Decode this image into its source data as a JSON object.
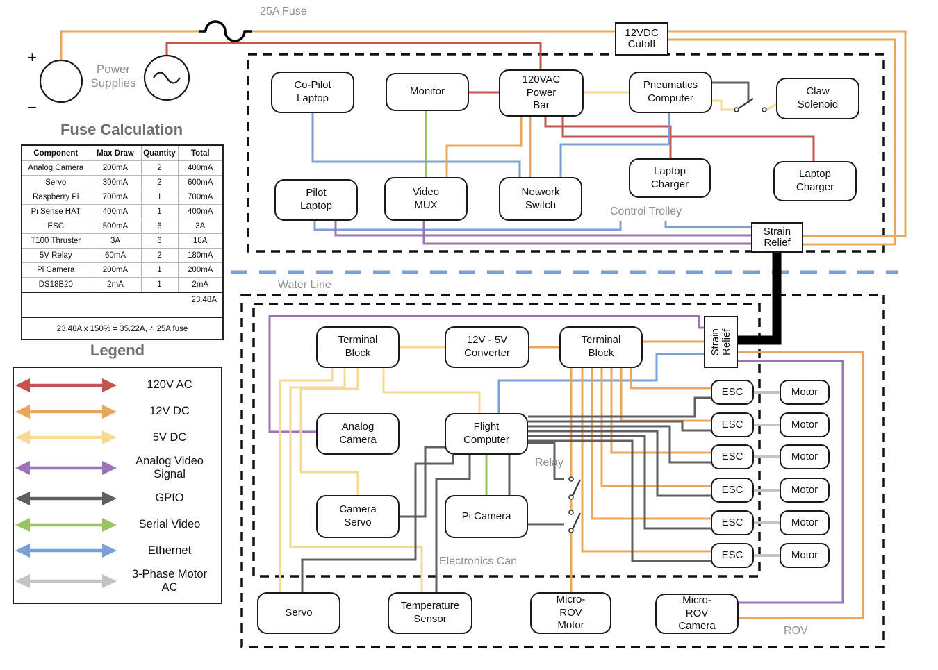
{
  "colors": {
    "red": "#C5534E",
    "orange": "#E9A75C",
    "yellow": "#F6D993",
    "purple": "#9B74B6",
    "gray": "#5F5F5F",
    "green": "#97C661",
    "blue": "#7C9FD8",
    "motor_ac": "#C3C3C3",
    "tether": "#000000",
    "water": "#7D9FD4",
    "outline": "#1a1a1a"
  },
  "annotations": {
    "fuse": "25A Fuse",
    "power_supplies": "Power Supplies",
    "plus": "+",
    "minus": "−",
    "control_trolley": "Control Trolley",
    "water_line": "Water Line",
    "electronics_can": "Electronics Can",
    "rov": "ROV",
    "relay": "Relay"
  },
  "nodes": {
    "co_pilot_laptop": "Co-Pilot Laptop",
    "monitor": "Monitor",
    "power_bar": "120VAC Power Bar",
    "pneumatics": "Pneumatics Computer",
    "claw_solenoid": "Claw Solenoid",
    "pilot_laptop": "Pilot Laptop",
    "video_mux": "Video MUX",
    "network_switch": "Network Switch",
    "laptop_charger": "Laptop Charger",
    "cutoff": "12VDC Cutoff",
    "strain_relief": "Strain Relief",
    "terminal_block": "Terminal Block",
    "converter": "12V - 5V Converter",
    "analog_camera": "Analog Camera",
    "flight_computer": "Flight Computer",
    "camera_servo": "Camera Servo",
    "pi_camera": "Pi Camera",
    "esc": "ESC",
    "motor": "Motor",
    "servo": "Servo",
    "temp_sensor": "Temperature Sensor",
    "micro_motor": "Micro-ROV Motor",
    "micro_camera": "Micro-ROV Camera"
  },
  "fuse_table": {
    "title": "Fuse Calculation",
    "headers": [
      "Component",
      "Max Draw",
      "Quantity",
      "Total"
    ],
    "rows": [
      [
        "Analog Camera",
        "200mA",
        "2",
        "400mA"
      ],
      [
        "Servo",
        "300mA",
        "2",
        "600mA"
      ],
      [
        "Raspberry Pi",
        "700mA",
        "1",
        "700mA"
      ],
      [
        "Pi Sense HAT",
        "400mA",
        "1",
        "400mA"
      ],
      [
        "ESC",
        "500mA",
        "6",
        "3A"
      ],
      [
        "T100 Thruster",
        "3A",
        "6",
        "18A"
      ],
      [
        "5V Relay",
        "60mA",
        "2",
        "180mA"
      ],
      [
        "Pi Camera",
        "200mA",
        "1",
        "200mA"
      ],
      [
        "DS18B20",
        "2mA",
        "1",
        "2mA"
      ]
    ],
    "total": "23.48A",
    "note": "23.48A x 150% = 35.22A, ∴ 25A fuse"
  },
  "legend": {
    "title": "Legend",
    "items": [
      {
        "label": "120V AC",
        "color": "#C5534E"
      },
      {
        "label": "12V DC",
        "color": "#E9A75C"
      },
      {
        "label": "5V DC",
        "color": "#F6D993"
      },
      {
        "label": "Analog Video Signal",
        "color": "#9B74B6"
      },
      {
        "label": "GPIO",
        "color": "#5F5F5F"
      },
      {
        "label": "Serial Video",
        "color": "#97C661"
      },
      {
        "label": "Ethernet",
        "color": "#7C9FD8"
      },
      {
        "label": "3-Phase Motor AC",
        "color": "#C3C3C3"
      }
    ]
  }
}
